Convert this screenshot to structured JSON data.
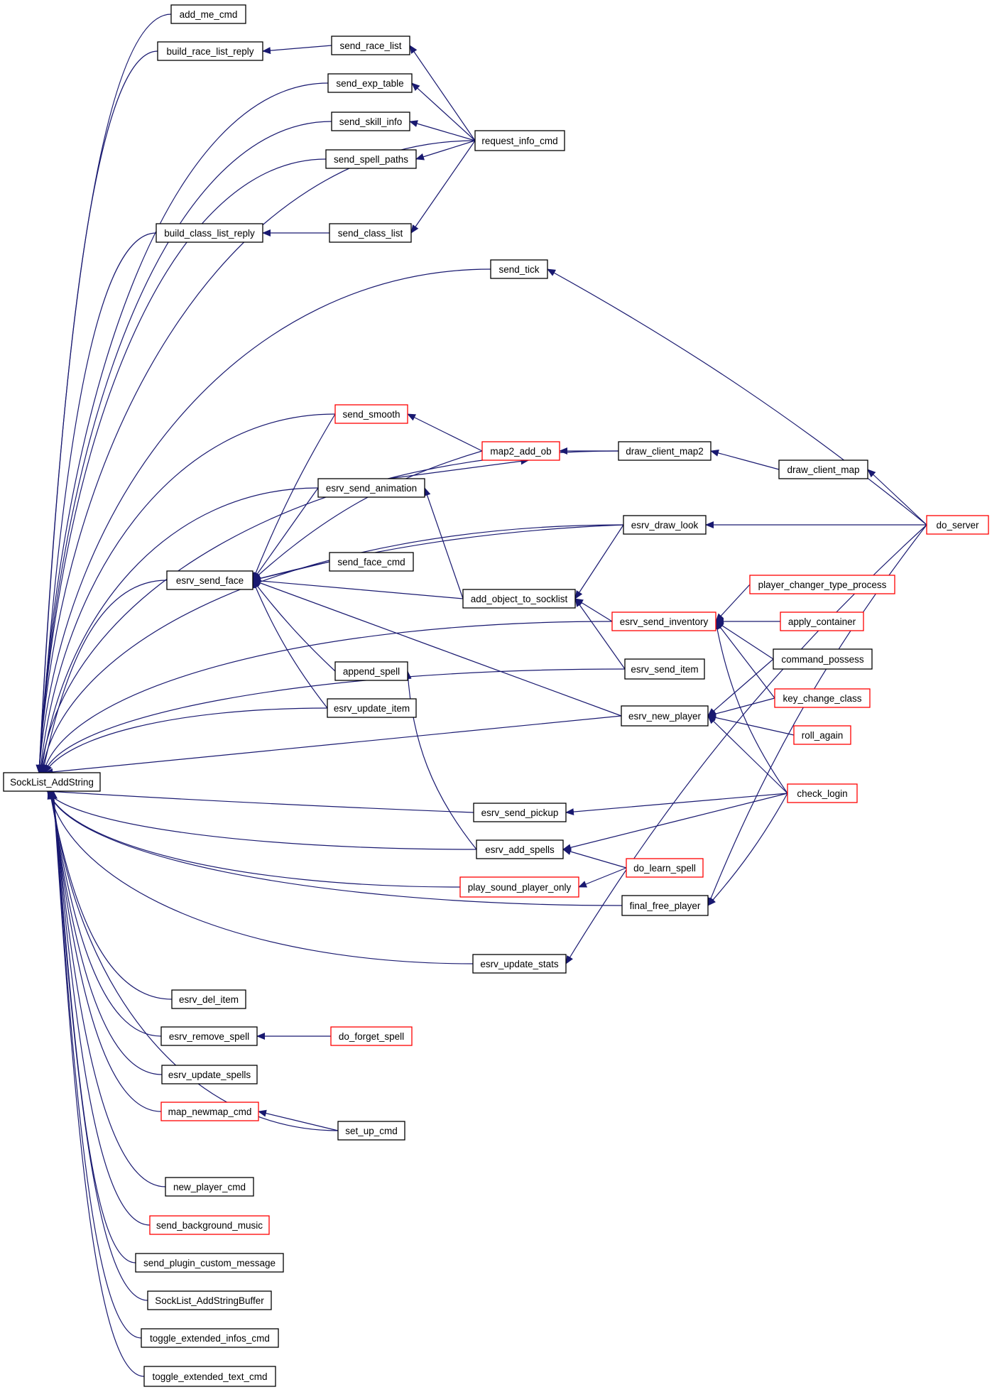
{
  "title": "SockList_AddString caller graph",
  "colors": {
    "edge": "#191970",
    "node_border": "#000000",
    "node_border_partial": "#ff0000",
    "root_fill": "#bfbfbf"
  },
  "root": "SockList_AddString",
  "nodes": [
    {
      "id": "root",
      "label": "SockList_AddString",
      "style": "root"
    },
    {
      "id": "add_me_cmd",
      "label": "add_me_cmd",
      "style": "normal"
    },
    {
      "id": "build_race_list_reply",
      "label": "build_race_list_reply",
      "style": "normal"
    },
    {
      "id": "send_race_list",
      "label": "send_race_list",
      "style": "normal"
    },
    {
      "id": "send_exp_table",
      "label": "send_exp_table",
      "style": "normal"
    },
    {
      "id": "send_skill_info",
      "label": "send_skill_info",
      "style": "normal"
    },
    {
      "id": "send_spell_paths",
      "label": "send_spell_paths",
      "style": "normal"
    },
    {
      "id": "request_info_cmd",
      "label": "request_info_cmd",
      "style": "normal"
    },
    {
      "id": "build_class_list_reply",
      "label": "build_class_list_reply",
      "style": "normal"
    },
    {
      "id": "send_class_list",
      "label": "send_class_list",
      "style": "normal"
    },
    {
      "id": "send_tick",
      "label": "send_tick",
      "style": "normal"
    },
    {
      "id": "send_smooth",
      "label": "send_smooth",
      "style": "partial"
    },
    {
      "id": "map2_add_ob",
      "label": "map2_add_ob",
      "style": "partial"
    },
    {
      "id": "draw_client_map2",
      "label": "draw_client_map2",
      "style": "normal"
    },
    {
      "id": "draw_client_map",
      "label": "draw_client_map",
      "style": "normal"
    },
    {
      "id": "esrv_send_animation",
      "label": "esrv_send_animation",
      "style": "normal"
    },
    {
      "id": "esrv_draw_look",
      "label": "esrv_draw_look",
      "style": "normal"
    },
    {
      "id": "do_server",
      "label": "do_server",
      "style": "partial"
    },
    {
      "id": "esrv_send_face",
      "label": "esrv_send_face",
      "style": "normal"
    },
    {
      "id": "send_face_cmd",
      "label": "send_face_cmd",
      "style": "normal"
    },
    {
      "id": "player_changer_type_process",
      "label": "player_changer_type_process",
      "style": "partial"
    },
    {
      "id": "add_object_to_socklist",
      "label": "add_object_to_socklist",
      "style": "normal"
    },
    {
      "id": "esrv_send_inventory",
      "label": "esrv_send_inventory",
      "style": "partial"
    },
    {
      "id": "apply_container",
      "label": "apply_container",
      "style": "partial"
    },
    {
      "id": "command_possess",
      "label": "command_possess",
      "style": "normal"
    },
    {
      "id": "append_spell",
      "label": "append_spell",
      "style": "normal"
    },
    {
      "id": "esrv_send_item",
      "label": "esrv_send_item",
      "style": "normal"
    },
    {
      "id": "key_change_class",
      "label": "key_change_class",
      "style": "partial"
    },
    {
      "id": "esrv_update_item",
      "label": "esrv_update_item",
      "style": "normal"
    },
    {
      "id": "esrv_new_player",
      "label": "esrv_new_player",
      "style": "normal"
    },
    {
      "id": "roll_again",
      "label": "roll_again",
      "style": "partial"
    },
    {
      "id": "check_login",
      "label": "check_login",
      "style": "partial"
    },
    {
      "id": "esrv_send_pickup",
      "label": "esrv_send_pickup",
      "style": "normal"
    },
    {
      "id": "esrv_add_spells",
      "label": "esrv_add_spells",
      "style": "normal"
    },
    {
      "id": "do_learn_spell",
      "label": "do_learn_spell",
      "style": "partial"
    },
    {
      "id": "play_sound_player_only",
      "label": "play_sound_player_only",
      "style": "partial"
    },
    {
      "id": "final_free_player",
      "label": "final_free_player",
      "style": "normal"
    },
    {
      "id": "esrv_update_stats",
      "label": "esrv_update_stats",
      "style": "normal"
    },
    {
      "id": "esrv_del_item",
      "label": "esrv_del_item",
      "style": "normal"
    },
    {
      "id": "esrv_remove_spell",
      "label": "esrv_remove_spell",
      "style": "normal"
    },
    {
      "id": "do_forget_spell",
      "label": "do_forget_spell",
      "style": "partial"
    },
    {
      "id": "esrv_update_spells",
      "label": "esrv_update_spells",
      "style": "normal"
    },
    {
      "id": "map_newmap_cmd",
      "label": "map_newmap_cmd",
      "style": "partial"
    },
    {
      "id": "set_up_cmd",
      "label": "set_up_cmd",
      "style": "normal"
    },
    {
      "id": "new_player_cmd",
      "label": "new_player_cmd",
      "style": "normal"
    },
    {
      "id": "send_background_music",
      "label": "send_background_music",
      "style": "partial"
    },
    {
      "id": "send_plugin_custom_message",
      "label": "send_plugin_custom_message",
      "style": "normal"
    },
    {
      "id": "SockList_AddStringBuffer",
      "label": "SockList_AddStringBuffer",
      "style": "normal"
    },
    {
      "id": "toggle_extended_infos_cmd",
      "label": "toggle_extended_infos_cmd",
      "style": "normal"
    },
    {
      "id": "toggle_extended_text_cmd",
      "label": "toggle_extended_text_cmd",
      "style": "normal"
    }
  ],
  "edges": [
    {
      "from": "add_me_cmd",
      "to": "root"
    },
    {
      "from": "build_race_list_reply",
      "to": "root"
    },
    {
      "from": "send_race_list",
      "to": "build_race_list_reply"
    },
    {
      "from": "request_info_cmd",
      "to": "send_race_list"
    },
    {
      "from": "send_exp_table",
      "to": "root"
    },
    {
      "from": "request_info_cmd",
      "to": "send_exp_table"
    },
    {
      "from": "send_skill_info",
      "to": "root"
    },
    {
      "from": "request_info_cmd",
      "to": "send_skill_info"
    },
    {
      "from": "send_spell_paths",
      "to": "root"
    },
    {
      "from": "request_info_cmd",
      "to": "send_spell_paths"
    },
    {
      "from": "request_info_cmd",
      "to": "root"
    },
    {
      "from": "build_class_list_reply",
      "to": "root"
    },
    {
      "from": "send_class_list",
      "to": "build_class_list_reply"
    },
    {
      "from": "request_info_cmd",
      "to": "send_class_list"
    },
    {
      "from": "send_tick",
      "to": "root"
    },
    {
      "from": "do_server",
      "to": "send_tick"
    },
    {
      "from": "draw_client_map2",
      "to": "root"
    },
    {
      "from": "esrv_draw_look",
      "to": "root"
    },
    {
      "from": "esrv_send_inventory",
      "to": "root"
    },
    {
      "from": "send_smooth",
      "to": "root"
    },
    {
      "from": "map2_add_ob",
      "to": "send_smooth"
    },
    {
      "from": "draw_client_map2",
      "to": "map2_add_ob"
    },
    {
      "from": "draw_client_map",
      "to": "draw_client_map2"
    },
    {
      "from": "do_server",
      "to": "draw_client_map"
    },
    {
      "from": "esrv_send_animation",
      "to": "root"
    },
    {
      "from": "esrv_send_animation",
      "to": "map2_add_ob"
    },
    {
      "from": "add_object_to_socklist",
      "to": "esrv_send_animation"
    },
    {
      "from": "do_server",
      "to": "esrv_draw_look"
    },
    {
      "from": "esrv_send_face",
      "to": "root"
    },
    {
      "from": "send_smooth",
      "to": "esrv_send_face"
    },
    {
      "from": "map2_add_ob",
      "to": "esrv_send_face"
    },
    {
      "from": "esrv_send_animation",
      "to": "esrv_send_face"
    },
    {
      "from": "esrv_draw_look",
      "to": "esrv_send_face"
    },
    {
      "from": "send_face_cmd",
      "to": "esrv_send_face"
    },
    {
      "from": "add_object_to_socklist",
      "to": "esrv_send_face"
    },
    {
      "from": "append_spell",
      "to": "esrv_send_face"
    },
    {
      "from": "esrv_update_item",
      "to": "esrv_send_face"
    },
    {
      "from": "esrv_new_player",
      "to": "esrv_send_face"
    },
    {
      "from": "esrv_draw_look",
      "to": "add_object_to_socklist"
    },
    {
      "from": "esrv_send_inventory",
      "to": "add_object_to_socklist"
    },
    {
      "from": "esrv_send_item",
      "to": "add_object_to_socklist"
    },
    {
      "from": "player_changer_type_process",
      "to": "esrv_send_inventory"
    },
    {
      "from": "apply_container",
      "to": "esrv_send_inventory"
    },
    {
      "from": "command_possess",
      "to": "esrv_send_inventory"
    },
    {
      "from": "key_change_class",
      "to": "esrv_send_inventory"
    },
    {
      "from": "check_login",
      "to": "esrv_send_inventory"
    },
    {
      "from": "esrv_add_spells",
      "to": "append_spell"
    },
    {
      "from": "esrv_send_item",
      "to": "root"
    },
    {
      "from": "esrv_update_item",
      "to": "root"
    },
    {
      "from": "esrv_new_player",
      "to": "root"
    },
    {
      "from": "command_possess",
      "to": "esrv_new_player"
    },
    {
      "from": "key_change_class",
      "to": "esrv_new_player"
    },
    {
      "from": "roll_again",
      "to": "esrv_new_player"
    },
    {
      "from": "check_login",
      "to": "esrv_new_player"
    },
    {
      "from": "esrv_send_pickup",
      "to": "root"
    },
    {
      "from": "check_login",
      "to": "esrv_send_pickup"
    },
    {
      "from": "esrv_add_spells",
      "to": "root"
    },
    {
      "from": "check_login",
      "to": "esrv_add_spells"
    },
    {
      "from": "do_learn_spell",
      "to": "esrv_add_spells"
    },
    {
      "from": "play_sound_player_only",
      "to": "root"
    },
    {
      "from": "do_learn_spell",
      "to": "play_sound_player_only"
    },
    {
      "from": "final_free_player",
      "to": "root"
    },
    {
      "from": "check_login",
      "to": "final_free_player"
    },
    {
      "from": "do_server",
      "to": "final_free_player"
    },
    {
      "from": "esrv_update_stats",
      "to": "root"
    },
    {
      "from": "do_server",
      "to": "esrv_update_stats"
    },
    {
      "from": "esrv_del_item",
      "to": "root"
    },
    {
      "from": "esrv_remove_spell",
      "to": "root"
    },
    {
      "from": "do_forget_spell",
      "to": "esrv_remove_spell"
    },
    {
      "from": "esrv_update_spells",
      "to": "root"
    },
    {
      "from": "map_newmap_cmd",
      "to": "root"
    },
    {
      "from": "set_up_cmd",
      "to": "map_newmap_cmd"
    },
    {
      "from": "set_up_cmd",
      "to": "root"
    },
    {
      "from": "new_player_cmd",
      "to": "root"
    },
    {
      "from": "send_background_music",
      "to": "root"
    },
    {
      "from": "send_plugin_custom_message",
      "to": "root"
    },
    {
      "from": "SockList_AddStringBuffer",
      "to": "root"
    },
    {
      "from": "toggle_extended_infos_cmd",
      "to": "root"
    },
    {
      "from": "toggle_extended_text_cmd",
      "to": "root"
    }
  ]
}
